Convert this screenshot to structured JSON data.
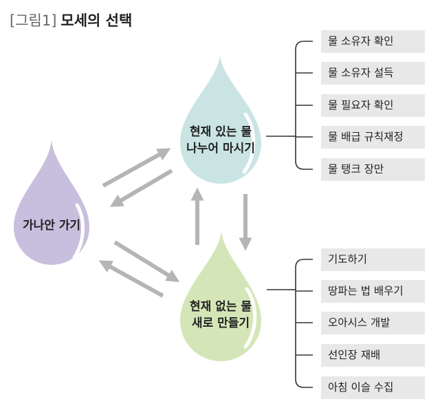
{
  "figure": {
    "number_label": "[그림1]",
    "title": "모세의 선택"
  },
  "nodes": {
    "left": {
      "lines": [
        "가나안 가기"
      ]
    },
    "top": {
      "lines": [
        "현재 있는 물",
        "나누어 마시기"
      ]
    },
    "bottom": {
      "lines": [
        "현재 없는 물",
        "새로 만들기"
      ]
    }
  },
  "top_items": [
    "물 소유자 확인",
    "물 소유자 설득",
    "물 필요자 확인",
    "물 배급 규칙재정",
    "물 탱크 장만"
  ],
  "bottom_items": [
    "기도하기",
    "땅파는 법 배우기",
    "오아시스 개발",
    "선인장 재배",
    "아침 이슬 수집"
  ],
  "colors": {
    "left_drop": "#c8bedd",
    "top_drop": "#c9e4e3",
    "bottom_drop": "#d4e6b7",
    "arrows": "#b5b5b5",
    "item_bg": "#e8e8e8",
    "bracket": "#333333"
  }
}
